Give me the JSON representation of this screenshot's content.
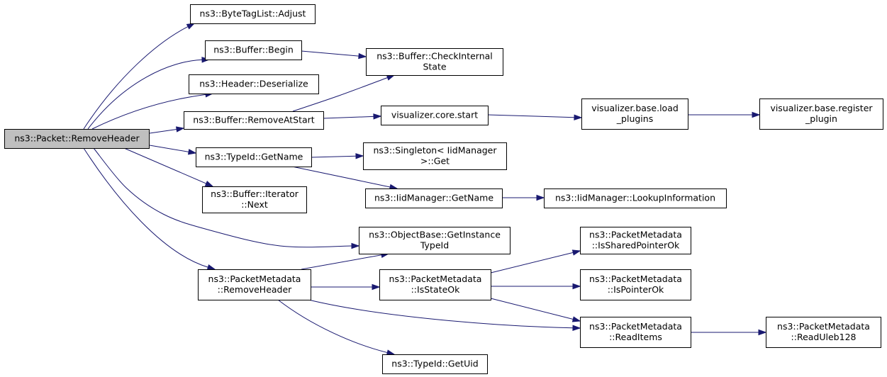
{
  "graph": {
    "nodes": [
      {
        "id": "root",
        "lines": [
          "ns3::Packet::RemoveHeader"
        ],
        "highlight": true
      },
      {
        "id": "bytetag_adjust",
        "lines": [
          "ns3::ByteTagList::Adjust"
        ]
      },
      {
        "id": "buffer_begin",
        "lines": [
          "ns3::Buffer::Begin"
        ]
      },
      {
        "id": "buffer_check",
        "lines": [
          "ns3::Buffer::CheckInternal",
          "State"
        ]
      },
      {
        "id": "header_deserialize",
        "lines": [
          "ns3::Header::Deserialize"
        ]
      },
      {
        "id": "buffer_removeatstart",
        "lines": [
          "ns3::Buffer::RemoveAtStart"
        ]
      },
      {
        "id": "vis_core_start",
        "lines": [
          "visualizer.core.start"
        ]
      },
      {
        "id": "vis_base_load",
        "lines": [
          "visualizer.base.load",
          "_plugins"
        ]
      },
      {
        "id": "vis_base_register",
        "lines": [
          "visualizer.base.register",
          "_plugin"
        ]
      },
      {
        "id": "typeid_getname",
        "lines": [
          "ns3::TypeId::GetName"
        ]
      },
      {
        "id": "singleton_get",
        "lines": [
          "ns3::Singleton< IidManager",
          ">::Get"
        ]
      },
      {
        "id": "iid_getname",
        "lines": [
          "ns3::IidManager::GetName"
        ]
      },
      {
        "id": "iid_lookup",
        "lines": [
          "ns3::IidManager::LookupInformation"
        ]
      },
      {
        "id": "iterator_next",
        "lines": [
          "ns3::Buffer::Iterator",
          "::Next"
        ]
      },
      {
        "id": "objectbase_getinstance",
        "lines": [
          "ns3::ObjectBase::GetInstance",
          "TypeId"
        ]
      },
      {
        "id": "pm_removeheader",
        "lines": [
          "ns3::PacketMetadata",
          "::RemoveHeader"
        ]
      },
      {
        "id": "pm_isstateok",
        "lines": [
          "ns3::PacketMetadata",
          "::IsStateOk"
        ]
      },
      {
        "id": "pm_issharedpointerok",
        "lines": [
          "ns3::PacketMetadata",
          "::IsSharedPointerOk"
        ]
      },
      {
        "id": "pm_ispointerok",
        "lines": [
          "ns3::PacketMetadata",
          "::IsPointerOk"
        ]
      },
      {
        "id": "pm_readitems",
        "lines": [
          "ns3::PacketMetadata",
          "::ReadItems"
        ]
      },
      {
        "id": "pm_readuleb128",
        "lines": [
          "ns3::PacketMetadata",
          "::ReadUleb128"
        ]
      },
      {
        "id": "typeid_getuid",
        "lines": [
          "ns3::TypeId::GetUid"
        ]
      }
    ],
    "edges": [
      {
        "from": "root",
        "to": "bytetag_adjust"
      },
      {
        "from": "root",
        "to": "buffer_begin"
      },
      {
        "from": "root",
        "to": "header_deserialize"
      },
      {
        "from": "root",
        "to": "buffer_removeatstart"
      },
      {
        "from": "root",
        "to": "typeid_getname"
      },
      {
        "from": "root",
        "to": "iterator_next"
      },
      {
        "from": "root",
        "to": "objectbase_getinstance"
      },
      {
        "from": "root",
        "to": "pm_removeheader"
      },
      {
        "from": "buffer_begin",
        "to": "buffer_check"
      },
      {
        "from": "buffer_removeatstart",
        "to": "buffer_check"
      },
      {
        "from": "buffer_removeatstart",
        "to": "vis_core_start"
      },
      {
        "from": "vis_core_start",
        "to": "vis_base_load"
      },
      {
        "from": "vis_base_load",
        "to": "vis_base_register"
      },
      {
        "from": "typeid_getname",
        "to": "singleton_get"
      },
      {
        "from": "typeid_getname",
        "to": "iid_getname"
      },
      {
        "from": "iid_getname",
        "to": "iid_lookup"
      },
      {
        "from": "pm_removeheader",
        "to": "objectbase_getinstance"
      },
      {
        "from": "pm_removeheader",
        "to": "pm_isstateok"
      },
      {
        "from": "pm_removeheader",
        "to": "pm_readitems"
      },
      {
        "from": "pm_removeheader",
        "to": "typeid_getuid"
      },
      {
        "from": "pm_isstateok",
        "to": "pm_issharedpointerok"
      },
      {
        "from": "pm_isstateok",
        "to": "pm_ispointerok"
      },
      {
        "from": "pm_isstateok",
        "to": "pm_readitems"
      },
      {
        "from": "pm_readitems",
        "to": "pm_readuleb128"
      }
    ],
    "colors": {
      "edge": "#191970",
      "root_fill": "#bfbfbf",
      "node_fill": "#ffffff",
      "border": "#000000"
    }
  }
}
